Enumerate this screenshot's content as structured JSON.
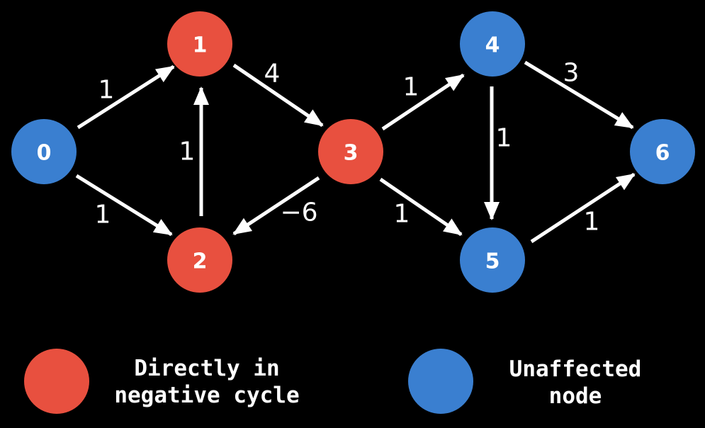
{
  "colors": {
    "background": "#000000",
    "negative_cycle": "#e8503f",
    "unaffected": "#3a7fd0",
    "edge": "#ffffff",
    "text": "#ffffff"
  },
  "nodes": [
    {
      "id": "0",
      "label": "0",
      "status": "unaffected"
    },
    {
      "id": "1",
      "label": "1",
      "status": "negative_cycle"
    },
    {
      "id": "2",
      "label": "2",
      "status": "negative_cycle"
    },
    {
      "id": "3",
      "label": "3",
      "status": "negative_cycle"
    },
    {
      "id": "4",
      "label": "4",
      "status": "unaffected"
    },
    {
      "id": "5",
      "label": "5",
      "status": "unaffected"
    },
    {
      "id": "6",
      "label": "6",
      "status": "unaffected"
    }
  ],
  "edges": [
    {
      "from": "0",
      "to": "1",
      "weight": "1"
    },
    {
      "from": "0",
      "to": "2",
      "weight": "1"
    },
    {
      "from": "2",
      "to": "1",
      "weight": "1"
    },
    {
      "from": "1",
      "to": "3",
      "weight": "4"
    },
    {
      "from": "3",
      "to": "2",
      "weight": "−6"
    },
    {
      "from": "3",
      "to": "4",
      "weight": "1"
    },
    {
      "from": "3",
      "to": "5",
      "weight": "1"
    },
    {
      "from": "4",
      "to": "5",
      "weight": "1"
    },
    {
      "from": "4",
      "to": "6",
      "weight": "3"
    },
    {
      "from": "5",
      "to": "6",
      "weight": "1"
    }
  ],
  "legend": [
    {
      "status": "negative_cycle",
      "lines": [
        "Directly in",
        "negative cycle"
      ]
    },
    {
      "status": "unaffected",
      "lines": [
        "Unaffected",
        "node"
      ]
    }
  ]
}
